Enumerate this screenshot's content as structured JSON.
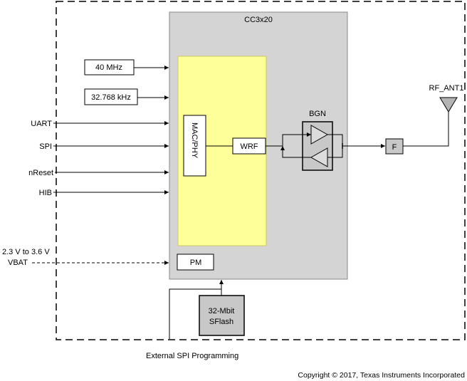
{
  "chip": {
    "name": "CC3x20"
  },
  "clocks": {
    "main": "40 MHz",
    "rtc": "32.768 kHz"
  },
  "interfaces": {
    "uart": "UART",
    "spi": "SPI",
    "reset": "nReset",
    "hib": "HIB"
  },
  "power": {
    "range": "2.3 V to 3.6 V",
    "rail": "VBAT",
    "pm": "PM"
  },
  "blocks": {
    "mac_phy": "MAC/PHY",
    "wrf": "WRF",
    "bgn": "BGN",
    "filter": "F",
    "flash_line1": "32-Mbit",
    "flash_line2": "SFlash"
  },
  "antenna": {
    "label": "RF_ANT1"
  },
  "footer": {
    "programming": "External SPI Programming",
    "copyright": "Copyright © 2017, Texas Instruments Incorporated"
  },
  "colors": {
    "chip_fill": "#d4d4d4",
    "core_fill": "#ffff99",
    "core_stroke": "#c8c860",
    "block_fill": "#c8c8c8"
  }
}
